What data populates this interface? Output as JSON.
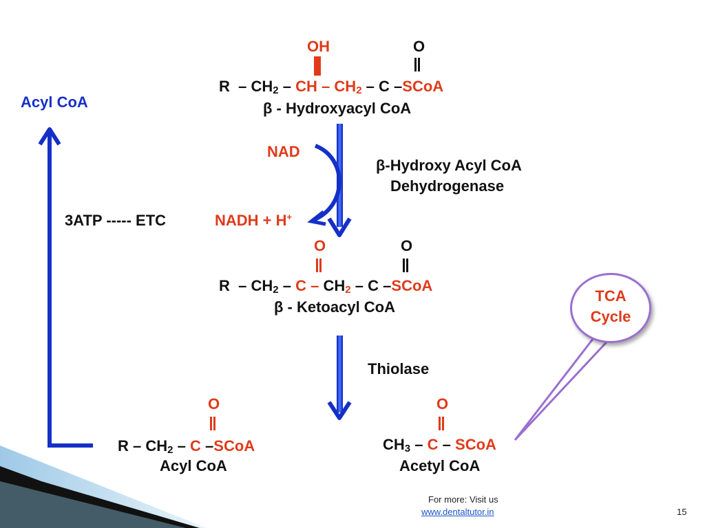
{
  "top": {
    "oh": "OH",
    "o": "O",
    "r": "R",
    "d1": "–",
    "ch2a": "CH",
    "sub2": "2",
    "d2": "–",
    "ch": "CH",
    "d3": "–",
    "ch2b": "CH",
    "d4": "–",
    "c": "C",
    "d5": "–",
    "scoa": "SCoA",
    "name": "β - Hydroxyacyl CoA"
  },
  "side": {
    "acyl_coa": "Acyl CoA",
    "nad": "NAD",
    "enzyme_line1": "β-Hydroxy Acyl CoA",
    "enzyme_line2": "Dehydrogenase",
    "atp": "3ATP ----- ETC",
    "nadh": "NADH + H",
    "plus": "+"
  },
  "keto": {
    "o1": "O",
    "o2": "O",
    "r": "R",
    "d1": "–",
    "ch2a": "CH",
    "sub2": "2",
    "d2": "–",
    "c1": "C",
    "d3": "–",
    "ch2b": "CH",
    "d4": "–",
    "c2": "C",
    "d5": "–",
    "scoa": "SCoA",
    "name": "β - Ketoacyl CoA"
  },
  "thiolase": "Thiolase",
  "tca": {
    "line1": "TCA",
    "line2": "Cycle"
  },
  "acyl": {
    "o": "O",
    "r": "R",
    "d1": "–",
    "ch2": "CH",
    "sub2": "2",
    "d2": "–",
    "c": "C",
    "d3": "–",
    "scoa": "SCoA",
    "name": "Acyl CoA"
  },
  "acetyl": {
    "o": "O",
    "ch3": "CH",
    "sub3": "3",
    "d1": "–",
    "c": "C",
    "d2": "–",
    "scoa": "SCoA",
    "name": "Acetyl CoA"
  },
  "footer": {
    "visit": "For more: Visit us",
    "url": "www.dentaltutor.in",
    "page": "15"
  },
  "colors": {
    "red": "#e03a1a",
    "blue": "#1530c8",
    "purple": "#9a6fd0"
  }
}
